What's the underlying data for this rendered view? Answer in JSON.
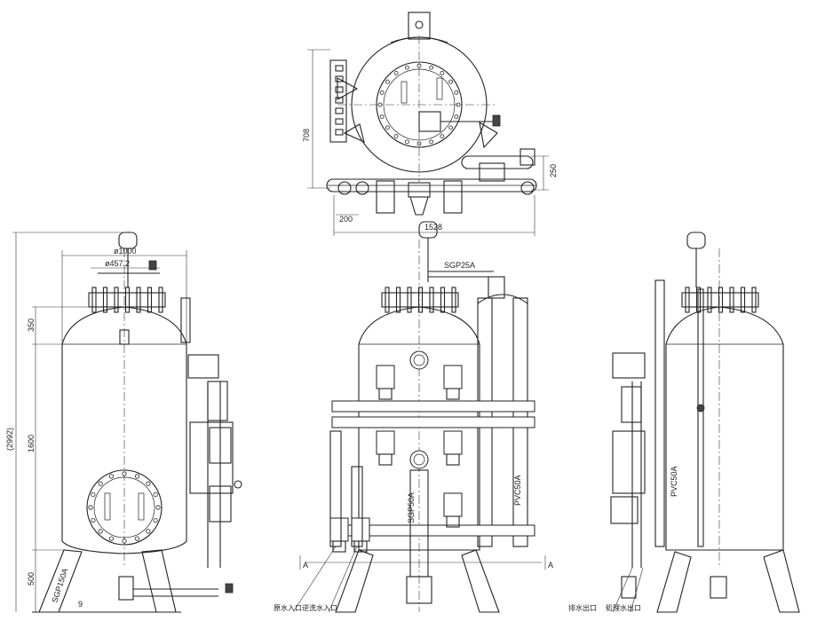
{
  "top_view": {
    "dim_height": "708",
    "dim_right": "250",
    "dim_bottom_small": "200",
    "dim_bottom_total": "1528"
  },
  "left_view": {
    "dim_total": "(2992)",
    "dim_top": "350",
    "dim_mid": "1600",
    "dim_bottom": "500",
    "dia_outer": "ø1000",
    "dia_inner": "ø457.2",
    "pipe_label": "SGP150A",
    "base_num": "9"
  },
  "front_view": {
    "pipe_top": "SGP25A",
    "pipe_pvc": "PVC50A",
    "pipe_sgp": "SGP50A",
    "section_a_left": "A",
    "section_a_right": "A",
    "label_raw_in": "原水入口",
    "label_backwash_in": "逆洗水入口"
  },
  "right_view": {
    "pipe_pvc": "PVC50A",
    "label_drain_out": "排水出口",
    "label_treated_out": "処理水出口"
  },
  "colors": {
    "line": "#222222",
    "background": "#ffffff"
  }
}
